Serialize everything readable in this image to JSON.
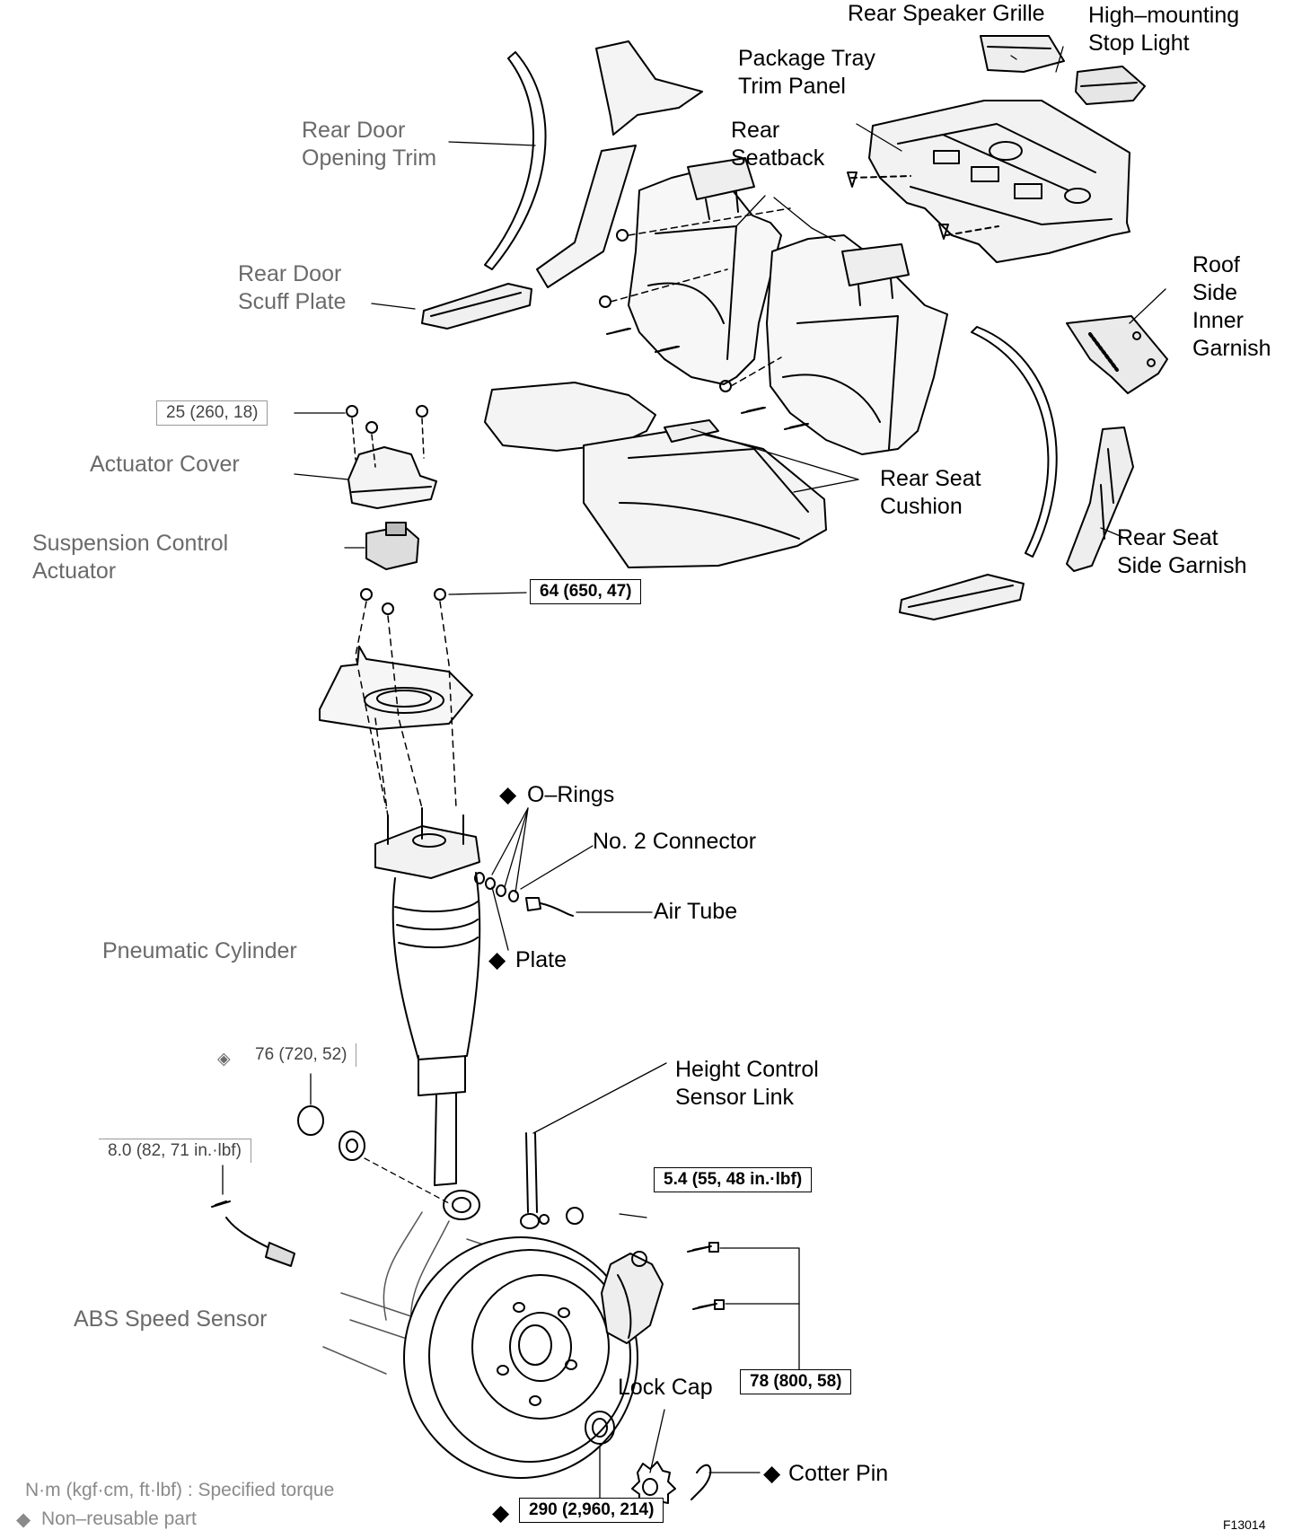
{
  "labels": {
    "rear_speaker_grille": "Rear Speaker Grille",
    "high_mounting_1": "High–mounting",
    "high_mounting_2": "Stop Light",
    "package_tray_1": "Package Tray",
    "package_tray_2": "Trim Panel",
    "rear_door_opening_1": "Rear Door",
    "rear_door_opening_2": "Opening Trim",
    "rear_seatback_1": "Rear",
    "rear_seatback_2": "Seatback",
    "rear_door_scuff_1": "Rear Door",
    "rear_door_scuff_2": "Scuff Plate",
    "roof_side_1": "Roof",
    "roof_side_2": "Side",
    "roof_side_3": "Inner",
    "roof_side_4": "Garnish",
    "actuator_cover": "Actuator Cover",
    "rear_seat_cushion_1": "Rear Seat",
    "rear_seat_cushion_2": "Cushion",
    "suspension_actuator_1": "Suspension Control",
    "suspension_actuator_2": "Actuator",
    "rear_seat_side_1": "Rear Seat",
    "rear_seat_side_2": "Side Garnish",
    "o_rings": "O–Rings",
    "no2_connector": "No. 2 Connector",
    "air_tube": "Air Tube",
    "pneumatic_cylinder": "Pneumatic Cylinder",
    "plate": "Plate",
    "height_control_1": "Height Control",
    "height_control_2": "Sensor Link",
    "abs_speed_sensor": "ABS Speed Sensor",
    "lock_cap": "Lock Cap",
    "cotter_pin": "Cotter Pin"
  },
  "torque_specs": {
    "t25": "25 (260, 18)",
    "t64": "64 (650, 47)",
    "t76": "76 (720, 52)",
    "t8": "8.0 (82, 71 in.·lbf)",
    "t5_4": "5.4 (55, 48 in.·lbf)",
    "t78": "78 (800, 58)",
    "t290": "290 (2,960, 214)"
  },
  "legend": {
    "specified_torque": "N·m (kgf·cm, ft·lbf) : Specified torque",
    "non_reusable": "Non–reusable part"
  },
  "symbols": {
    "diamond": "◆",
    "diamond_outline": "◈"
  },
  "figure_id": "F13014"
}
